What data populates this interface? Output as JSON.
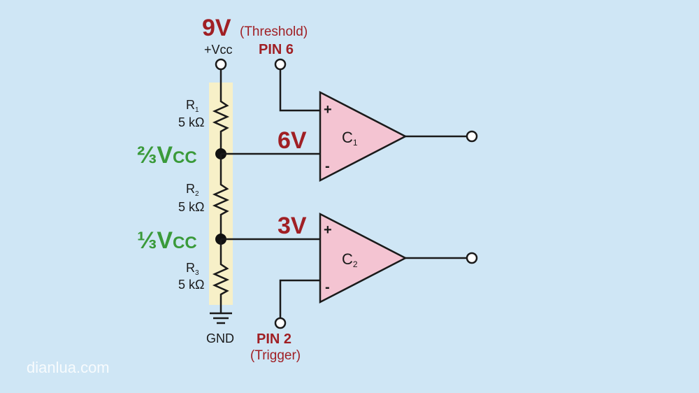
{
  "colors": {
    "background": "#cfe6f5",
    "highlight_strip": "#f7f0c8",
    "opamp_fill": "#f4c4d2",
    "red_text": "#a01f24",
    "green_text": "#3a9a3a"
  },
  "supply": {
    "voltage": "9V",
    "threshold_note": "(Threshold)",
    "label": "+Vcc"
  },
  "pins": {
    "pin6_label": "PIN 6",
    "pin2_label": "PIN 2",
    "pin2_note": "(Trigger)"
  },
  "divider": {
    "r1": {
      "name": "R",
      "sub": "1",
      "value": "5 kΩ"
    },
    "r2": {
      "name": "R",
      "sub": "2",
      "value": "5 kΩ"
    },
    "r3": {
      "name": "R",
      "sub": "3",
      "value": "5 kΩ"
    },
    "tap_upper": {
      "fraction": "⅔",
      "label": "V",
      "suffix": "CC",
      "voltage": "6V"
    },
    "tap_lower": {
      "fraction": "⅓",
      "label": "V",
      "suffix": "CC",
      "voltage": "3V"
    },
    "ground_label": "GND"
  },
  "comparators": [
    {
      "name": "C",
      "sub": "1",
      "plus": "+",
      "minus": "-"
    },
    {
      "name": "C",
      "sub": "2",
      "plus": "+",
      "minus": "-"
    }
  ],
  "watermark": "dianlua.com"
}
